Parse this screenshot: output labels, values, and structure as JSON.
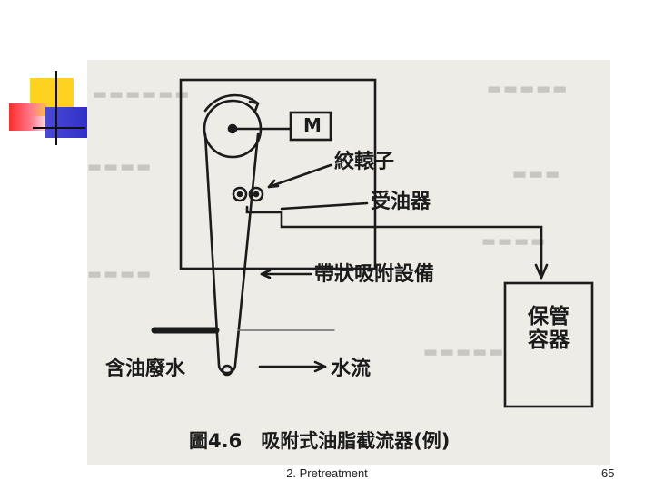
{
  "diagram": {
    "labels": {
      "motor": "M",
      "squeeze_roller": "絞轅子",
      "oil_receiver": "受油器",
      "belt_adsorption": "帶狀吸附設備",
      "storage_container": "保管\n容器",
      "oily_wastewater": "含油廢水",
      "water_flow": "水流"
    },
    "caption": "圖4.6　吸附式油脂截流器(例)"
  },
  "footer": {
    "title": "2. Pretreatment",
    "page_number": "65"
  }
}
